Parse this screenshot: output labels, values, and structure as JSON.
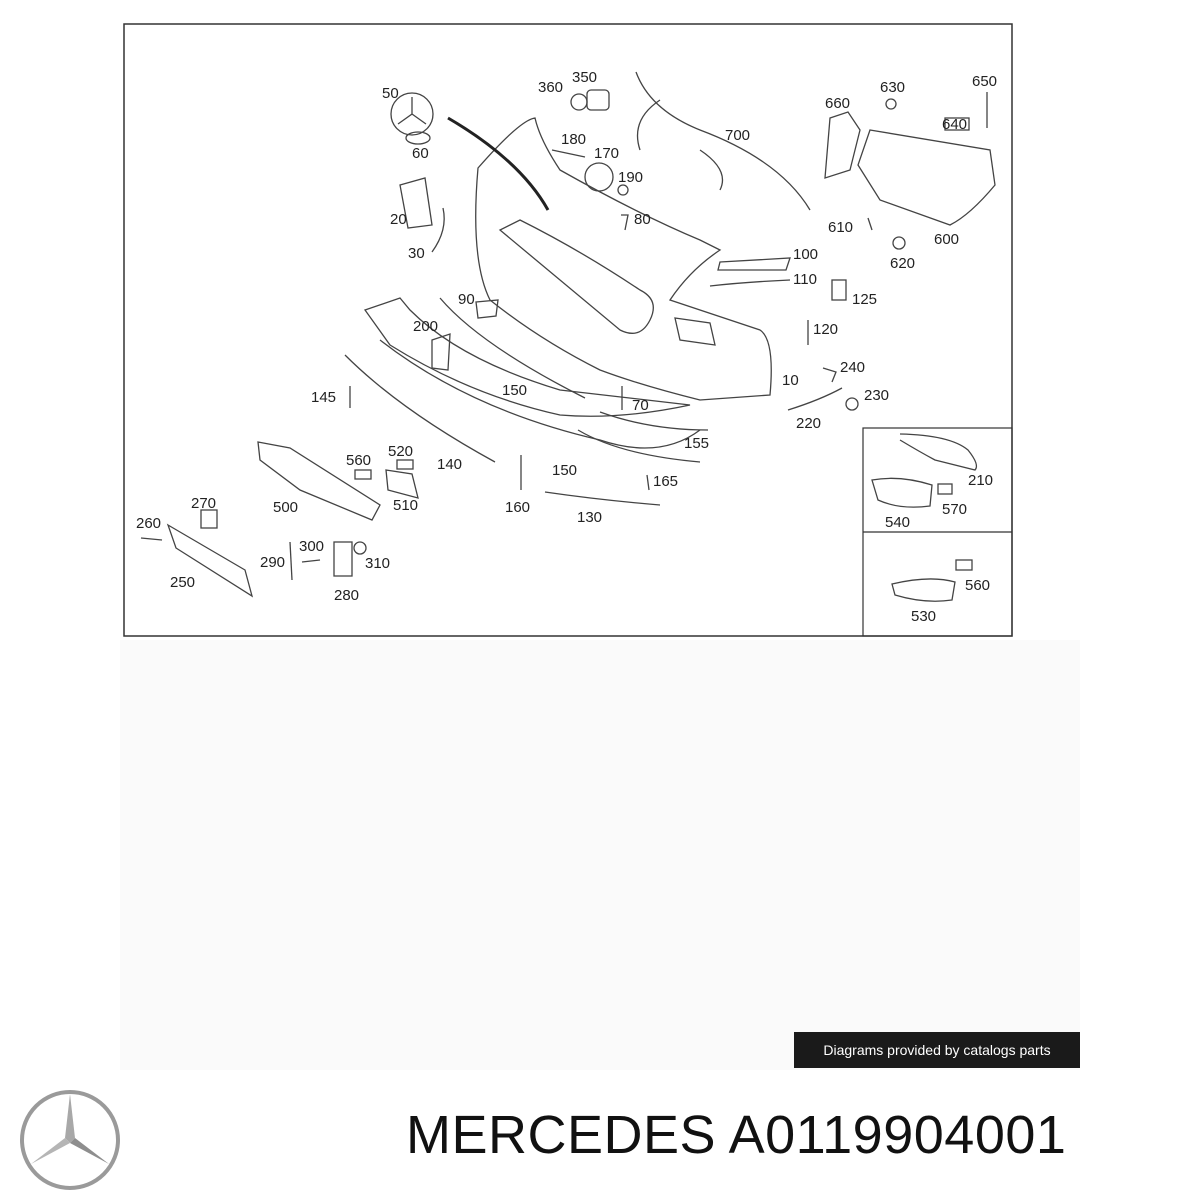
{
  "diagram": {
    "callouts": [
      {
        "id": "c50",
        "text": "50"
      },
      {
        "id": "c60",
        "text": "60"
      },
      {
        "id": "c360",
        "text": "360"
      },
      {
        "id": "c350",
        "text": "350"
      },
      {
        "id": "c180",
        "text": "180"
      },
      {
        "id": "c170",
        "text": "170"
      },
      {
        "id": "c190",
        "text": "190"
      },
      {
        "id": "c80",
        "text": "80"
      },
      {
        "id": "c700",
        "text": "700"
      },
      {
        "id": "c660",
        "text": "660"
      },
      {
        "id": "c630",
        "text": "630"
      },
      {
        "id": "c650",
        "text": "650"
      },
      {
        "id": "c640",
        "text": "640"
      },
      {
        "id": "c610",
        "text": "610"
      },
      {
        "id": "c600",
        "text": "600"
      },
      {
        "id": "c620",
        "text": "620"
      },
      {
        "id": "c20",
        "text": "20"
      },
      {
        "id": "c30",
        "text": "30"
      },
      {
        "id": "c90",
        "text": "90"
      },
      {
        "id": "c200",
        "text": "200"
      },
      {
        "id": "c100",
        "text": "100"
      },
      {
        "id": "c110",
        "text": "110"
      },
      {
        "id": "c125",
        "text": "125"
      },
      {
        "id": "c120",
        "text": "120"
      },
      {
        "id": "c240",
        "text": "240"
      },
      {
        "id": "c10",
        "text": "10"
      },
      {
        "id": "c230",
        "text": "230"
      },
      {
        "id": "c220",
        "text": "220"
      },
      {
        "id": "c145",
        "text": "145"
      },
      {
        "id": "c150a",
        "text": "150"
      },
      {
        "id": "c70",
        "text": "70"
      },
      {
        "id": "c155",
        "text": "155"
      },
      {
        "id": "c140",
        "text": "140"
      },
      {
        "id": "c150b",
        "text": "150"
      },
      {
        "id": "c165",
        "text": "165"
      },
      {
        "id": "c560a",
        "text": "560"
      },
      {
        "id": "c520",
        "text": "520"
      },
      {
        "id": "c510",
        "text": "510"
      },
      {
        "id": "c500",
        "text": "500"
      },
      {
        "id": "c160",
        "text": "160"
      },
      {
        "id": "c130",
        "text": "130"
      },
      {
        "id": "c270",
        "text": "270"
      },
      {
        "id": "c260",
        "text": "260"
      },
      {
        "id": "c300",
        "text": "300"
      },
      {
        "id": "c290",
        "text": "290"
      },
      {
        "id": "c310",
        "text": "310"
      },
      {
        "id": "c250",
        "text": "250"
      },
      {
        "id": "c280",
        "text": "280"
      },
      {
        "id": "c210",
        "text": "210"
      },
      {
        "id": "c540",
        "text": "540"
      },
      {
        "id": "c570",
        "text": "570"
      },
      {
        "id": "c560b",
        "text": "560"
      },
      {
        "id": "c530",
        "text": "530"
      }
    ]
  },
  "credit_text": "Diagrams provided by catalogs parts",
  "brand": "MERCEDES",
  "part_number": "A0119904001",
  "colors": {
    "ink": "#222222",
    "frame": "#333333",
    "credit_bg": "#1a1a1a",
    "logo": "#9a9a9a"
  },
  "logo_icon": "mercedes-star-icon"
}
